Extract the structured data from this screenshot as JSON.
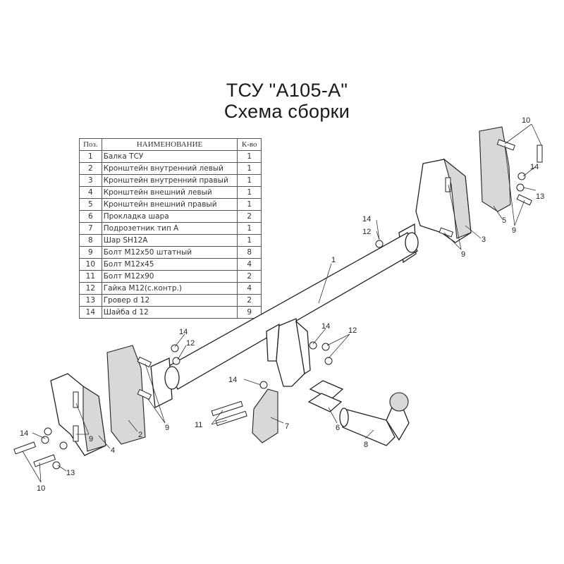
{
  "title": "ТСУ \"А105-А\"",
  "subtitle": "Схема сборки",
  "table": {
    "headers": {
      "pos": "Поз.",
      "name": "НАИМЕНОВАНИЕ",
      "qty": "К-во"
    },
    "rows": [
      {
        "pos": "1",
        "name": "Балка ТСУ",
        "qty": "1"
      },
      {
        "pos": "2",
        "name": "Кронштейн внутренний левый",
        "qty": "1"
      },
      {
        "pos": "3",
        "name": "Кронштейн внутренний правый",
        "qty": "1"
      },
      {
        "pos": "4",
        "name": "Кронштейн внешний левый",
        "qty": "1"
      },
      {
        "pos": "5",
        "name": "Кронштейн внешний правый",
        "qty": "1"
      },
      {
        "pos": "6",
        "name": "Прокладка шара",
        "qty": "2"
      },
      {
        "pos": "7",
        "name": "Подрозетник тип А",
        "qty": "1"
      },
      {
        "pos": "8",
        "name": "Шар SH12A",
        "qty": "1"
      },
      {
        "pos": "9",
        "name": "Болт М12х50 штатный",
        "qty": "8"
      },
      {
        "pos": "10",
        "name": "Болт М12х45",
        "qty": "4"
      },
      {
        "pos": "11",
        "name": "Болт М12х90",
        "qty": "2"
      },
      {
        "pos": "12",
        "name": "Гайка М12(с.контр.)",
        "qty": "4"
      },
      {
        "pos": "13",
        "name": "Гровер d 12",
        "qty": "2"
      },
      {
        "pos": "14",
        "name": "Шайба d 12",
        "qty": "9"
      }
    ]
  },
  "callouts": {
    "c1": "1",
    "c2": "2",
    "c3": "3",
    "c4": "4",
    "c5": "5",
    "c6": "6",
    "c7": "7",
    "c8": "8",
    "c9a": "9",
    "c9b": "9",
    "c9c": "9",
    "c9d": "9",
    "c10a": "10",
    "c10b": "10",
    "c11": "11",
    "c12a": "12",
    "c12b": "12",
    "c12c": "12",
    "c13a": "13",
    "c13b": "13",
    "c14a": "14",
    "c14b": "14",
    "c14c": "14",
    "c14d": "14",
    "c14e": "14",
    "c14f": "14"
  }
}
